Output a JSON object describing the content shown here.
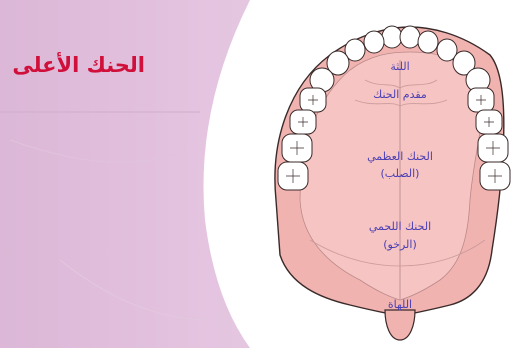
{
  "slide": {
    "title": "الحنك الأعلى"
  },
  "diagram": {
    "labels": {
      "gum": "اللثة",
      "front_palate": "مقدم الحنك",
      "hard_palate_line1": "الحنك العظمي",
      "hard_palate_line2": "(الصلب)",
      "soft_palate_line1": "الحنك اللحمي",
      "soft_palate_line2": "(الرخو)",
      "uvula": "اللهاة"
    }
  },
  "colors": {
    "title": "#d0103a",
    "labels": "#4b3fb4",
    "panel_left": "#e7c6e3",
    "panel_right": "#ffffff",
    "palate_fill": "#f1b3b0",
    "palate_edge": "#3a2a2a",
    "tooth_fill": "#ffffff"
  }
}
